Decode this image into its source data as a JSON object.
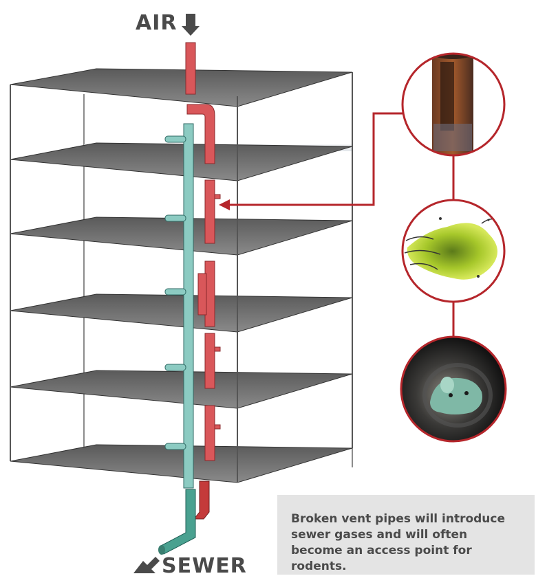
{
  "labels": {
    "air": "AIR",
    "sewer": "SEWER"
  },
  "caption": "Broken vent pipes will introduce sewer gases and will often become an access point for rodents.",
  "colors": {
    "vent_pipe": "#d9575a",
    "drain_pipe": "#8ccbc2",
    "callout": "#b5262b",
    "floor": "#4f4f4f",
    "caption_bg": "#e4e4e4"
  },
  "callouts": [
    {
      "icon": "rusted-pipe-icon"
    },
    {
      "icon": "sewer-gas-cloud-icon"
    },
    {
      "icon": "rodent-in-pipe-icon"
    }
  ]
}
